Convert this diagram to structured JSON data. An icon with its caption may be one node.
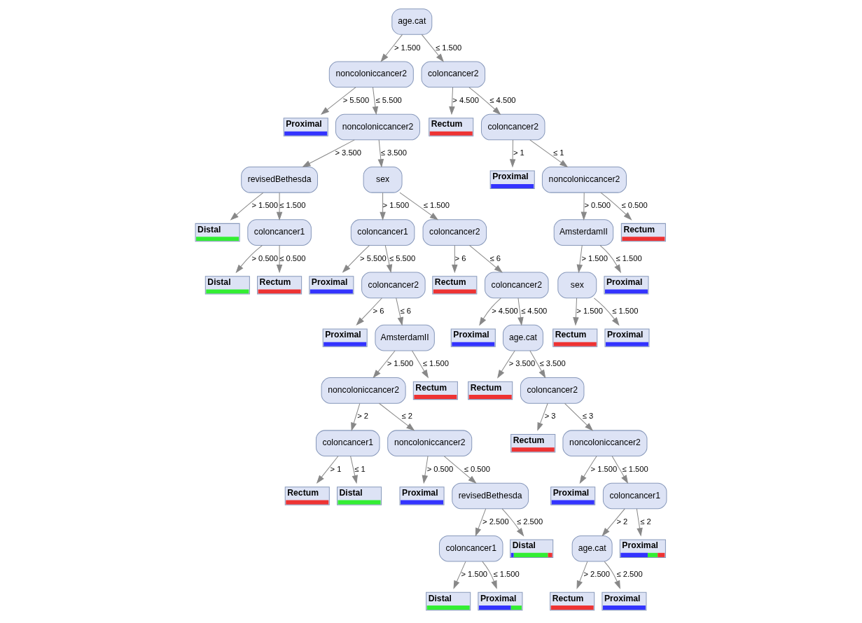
{
  "diagram": {
    "nodes": [
      {
        "text": [
          "age.cat"
        ]
      },
      {
        "text": [
          "noncoloniccancer2"
        ]
      },
      {
        "text": [
          "Proximal"
        ]
      },
      {
        "text": [
          "noncoloniccancer2"
        ]
      },
      {
        "text": [
          "revisedBethesda"
        ]
      },
      {
        "text": [
          "Distal"
        ]
      },
      {
        "text": [
          "coloncancer1"
        ]
      },
      {
        "text": [
          "Distal"
        ]
      },
      {
        "text": [
          "Rectum"
        ]
      },
      {
        "text": [
          "sex"
        ]
      },
      {
        "text": [
          "coloncancer1"
        ]
      },
      {
        "text": [
          "Proximal"
        ]
      },
      {
        "text": [
          "coloncancer2"
        ]
      },
      {
        "text": [
          "Proximal"
        ]
      },
      {
        "text": [
          "AmsterdamII"
        ]
      },
      {
        "text": [
          "noncoloniccancer2"
        ]
      },
      {
        "text": [
          "coloncancer1"
        ]
      },
      {
        "text": [
          "Rectum"
        ]
      },
      {
        "text": [
          "Distal"
        ]
      },
      {
        "text": [
          "noncoloniccancer2"
        ]
      },
      {
        "text": [
          "Proximal"
        ]
      },
      {
        "text": [
          "revisedBethesda"
        ]
      },
      {
        "text": [
          "coloncancer1"
        ]
      },
      {
        "text": [
          "Distal"
        ]
      },
      {
        "text": [
          "Proximal"
        ]
      },
      {
        "text": [
          "Distal"
        ]
      },
      {
        "text": [
          "Rectum"
        ]
      },
      {
        "text": [
          "coloncancer2"
        ]
      },
      {
        "text": [
          "Rectum"
        ]
      },
      {
        "text": [
          "coloncancer2"
        ]
      },
      {
        "text": [
          "Proximal"
        ]
      },
      {
        "text": [
          "age.cat"
        ]
      },
      {
        "text": [
          "Rectum"
        ]
      },
      {
        "text": [
          "coloncancer2"
        ]
      },
      {
        "text": [
          "Rectum"
        ]
      },
      {
        "text": [
          "noncoloniccancer2"
        ]
      },
      {
        "text": [
          "Proximal"
        ]
      },
      {
        "text": [
          "coloncancer1"
        ]
      },
      {
        "text": [
          "age.cat"
        ]
      },
      {
        "text": [
          "Rectum"
        ]
      },
      {
        "text": [
          "Proximal"
        ]
      },
      {
        "text": [
          "Proximal"
        ]
      },
      {
        "text": [
          "coloncancer2"
        ]
      },
      {
        "text": [
          "Rectum"
        ]
      },
      {
        "text": [
          "coloncancer2"
        ]
      },
      {
        "text": [
          "Proximal"
        ]
      },
      {
        "text": [
          "noncoloniccancer2"
        ]
      },
      {
        "text": [
          "AmsterdamII"
        ]
      },
      {
        "text": [
          "sex"
        ]
      },
      {
        "text": [
          "Rectum"
        ]
      },
      {
        "text": [
          "Proximal"
        ]
      },
      {
        "text": [
          "Proximal"
        ]
      },
      {
        "text": [
          "Rectum"
        ]
      }
    ],
    "edges": [
      {
        "from": 0,
        "to": 1,
        "arrow": "to",
        "label": "> 1.500"
      },
      {
        "from": 1,
        "to": 2,
        "arrow": "to",
        "label": "> 5.500"
      },
      {
        "from": 1,
        "to": 3,
        "arrow": "to",
        "label": "≤ 5.500"
      },
      {
        "from": 3,
        "to": 4,
        "arrow": "to",
        "label": "> 3.500"
      },
      {
        "from": 4,
        "to": 5,
        "arrow": "to",
        "label": "> 1.500"
      },
      {
        "from": 4,
        "to": 6,
        "arrow": "to",
        "label": "≤ 1.500"
      },
      {
        "from": 6,
        "to": 7,
        "arrow": "to",
        "label": "> 0.500"
      },
      {
        "from": 6,
        "to": 8,
        "arrow": "to",
        "label": "≤ 0.500"
      },
      {
        "from": 3,
        "to": 9,
        "arrow": "to",
        "label": "≤ 3.500"
      },
      {
        "from": 9,
        "to": 10,
        "arrow": "to",
        "label": "> 1.500"
      },
      {
        "from": 10,
        "to": 11,
        "arrow": "to",
        "label": "> 5.500"
      },
      {
        "from": 10,
        "to": 12,
        "arrow": "to",
        "label": "≤ 5.500"
      },
      {
        "from": 12,
        "to": 13,
        "arrow": "to",
        "label": "> 6"
      },
      {
        "from": 12,
        "to": 14,
        "arrow": "to",
        "label": "≤ 6"
      },
      {
        "from": 14,
        "to": 15,
        "arrow": "to",
        "label": "> 1.500"
      },
      {
        "from": 15,
        "to": 16,
        "arrow": "to",
        "label": "> 2"
      },
      {
        "from": 16,
        "to": 17,
        "arrow": "to",
        "label": "> 1"
      },
      {
        "from": 16,
        "to": 18,
        "arrow": "to",
        "label": "≤ 1"
      },
      {
        "from": 15,
        "to": 19,
        "arrow": "to",
        "label": "≤ 2"
      },
      {
        "from": 19,
        "to": 20,
        "arrow": "to",
        "label": "> 0.500"
      },
      {
        "from": 19,
        "to": 21,
        "arrow": "to",
        "label": "≤ 0.500"
      },
      {
        "from": 21,
        "to": 22,
        "arrow": "to",
        "label": "> 2.500"
      },
      {
        "from": 22,
        "to": 23,
        "arrow": "to",
        "label": "> 1.500"
      },
      {
        "from": 22,
        "to": 24,
        "arrow": "to",
        "label": "≤ 1.500"
      },
      {
        "from": 21,
        "to": 25,
        "arrow": "to",
        "label": "≤ 2.500"
      },
      {
        "from": 14,
        "to": 26,
        "arrow": "to",
        "label": "≤ 1.500"
      },
      {
        "from": 9,
        "to": 27,
        "arrow": "to",
        "label": "≤ 1.500"
      },
      {
        "from": 27,
        "to": 28,
        "arrow": "to",
        "label": "> 6"
      },
      {
        "from": 27,
        "to": 29,
        "arrow": "to",
        "label": "≤ 6"
      },
      {
        "from": 29,
        "to": 30,
        "arrow": "to",
        "label": "> 4.500"
      },
      {
        "from": 29,
        "to": 31,
        "arrow": "to",
        "label": "≤ 4.500"
      },
      {
        "from": 31,
        "to": 32,
        "arrow": "to",
        "label": "> 3.500"
      },
      {
        "from": 31,
        "to": 33,
        "arrow": "to",
        "label": "≤ 3.500"
      },
      {
        "from": 33,
        "to": 34,
        "arrow": "to",
        "label": "> 3"
      },
      {
        "from": 33,
        "to": 35,
        "arrow": "to",
        "label": "≤ 3"
      },
      {
        "from": 35,
        "to": 36,
        "arrow": "to",
        "label": "> 1.500"
      },
      {
        "from": 35,
        "to": 37,
        "arrow": "to",
        "label": "≤ 1.500"
      },
      {
        "from": 37,
        "to": 38,
        "arrow": "to",
        "label": "> 2"
      },
      {
        "from": 38,
        "to": 39,
        "arrow": "to",
        "label": "> 2.500"
      },
      {
        "from": 38,
        "to": 40,
        "arrow": "to",
        "label": "≤ 2.500"
      },
      {
        "from": 37,
        "to": 41,
        "arrow": "to",
        "label": "≤ 2"
      },
      {
        "from": 0,
        "to": 42,
        "arrow": "to",
        "label": "≤ 1.500"
      },
      {
        "from": 42,
        "to": 43,
        "arrow": "to",
        "label": "> 4.500"
      },
      {
        "from": 42,
        "to": 44,
        "arrow": "to",
        "label": "≤ 4.500"
      },
      {
        "from": 44,
        "to": 45,
        "arrow": "to",
        "label": "> 1"
      },
      {
        "from": 44,
        "to": 46,
        "arrow": "to",
        "label": "≤ 1"
      },
      {
        "from": 46,
        "to": 47,
        "arrow": "to",
        "label": "> 0.500"
      },
      {
        "from": 47,
        "to": 48,
        "arrow": "to",
        "label": "> 1.500"
      },
      {
        "from": 48,
        "to": 49,
        "arrow": "to",
        "label": "> 1.500"
      },
      {
        "from": 48,
        "to": 50,
        "arrow": "to",
        "label": "≤ 1.500"
      },
      {
        "from": 47,
        "to": 51,
        "arrow": "to",
        "label": "≤ 1.500"
      },
      {
        "from": 46,
        "to": 52,
        "arrow": "to",
        "label": "≤ 0.500"
      }
    ]
  }
}
